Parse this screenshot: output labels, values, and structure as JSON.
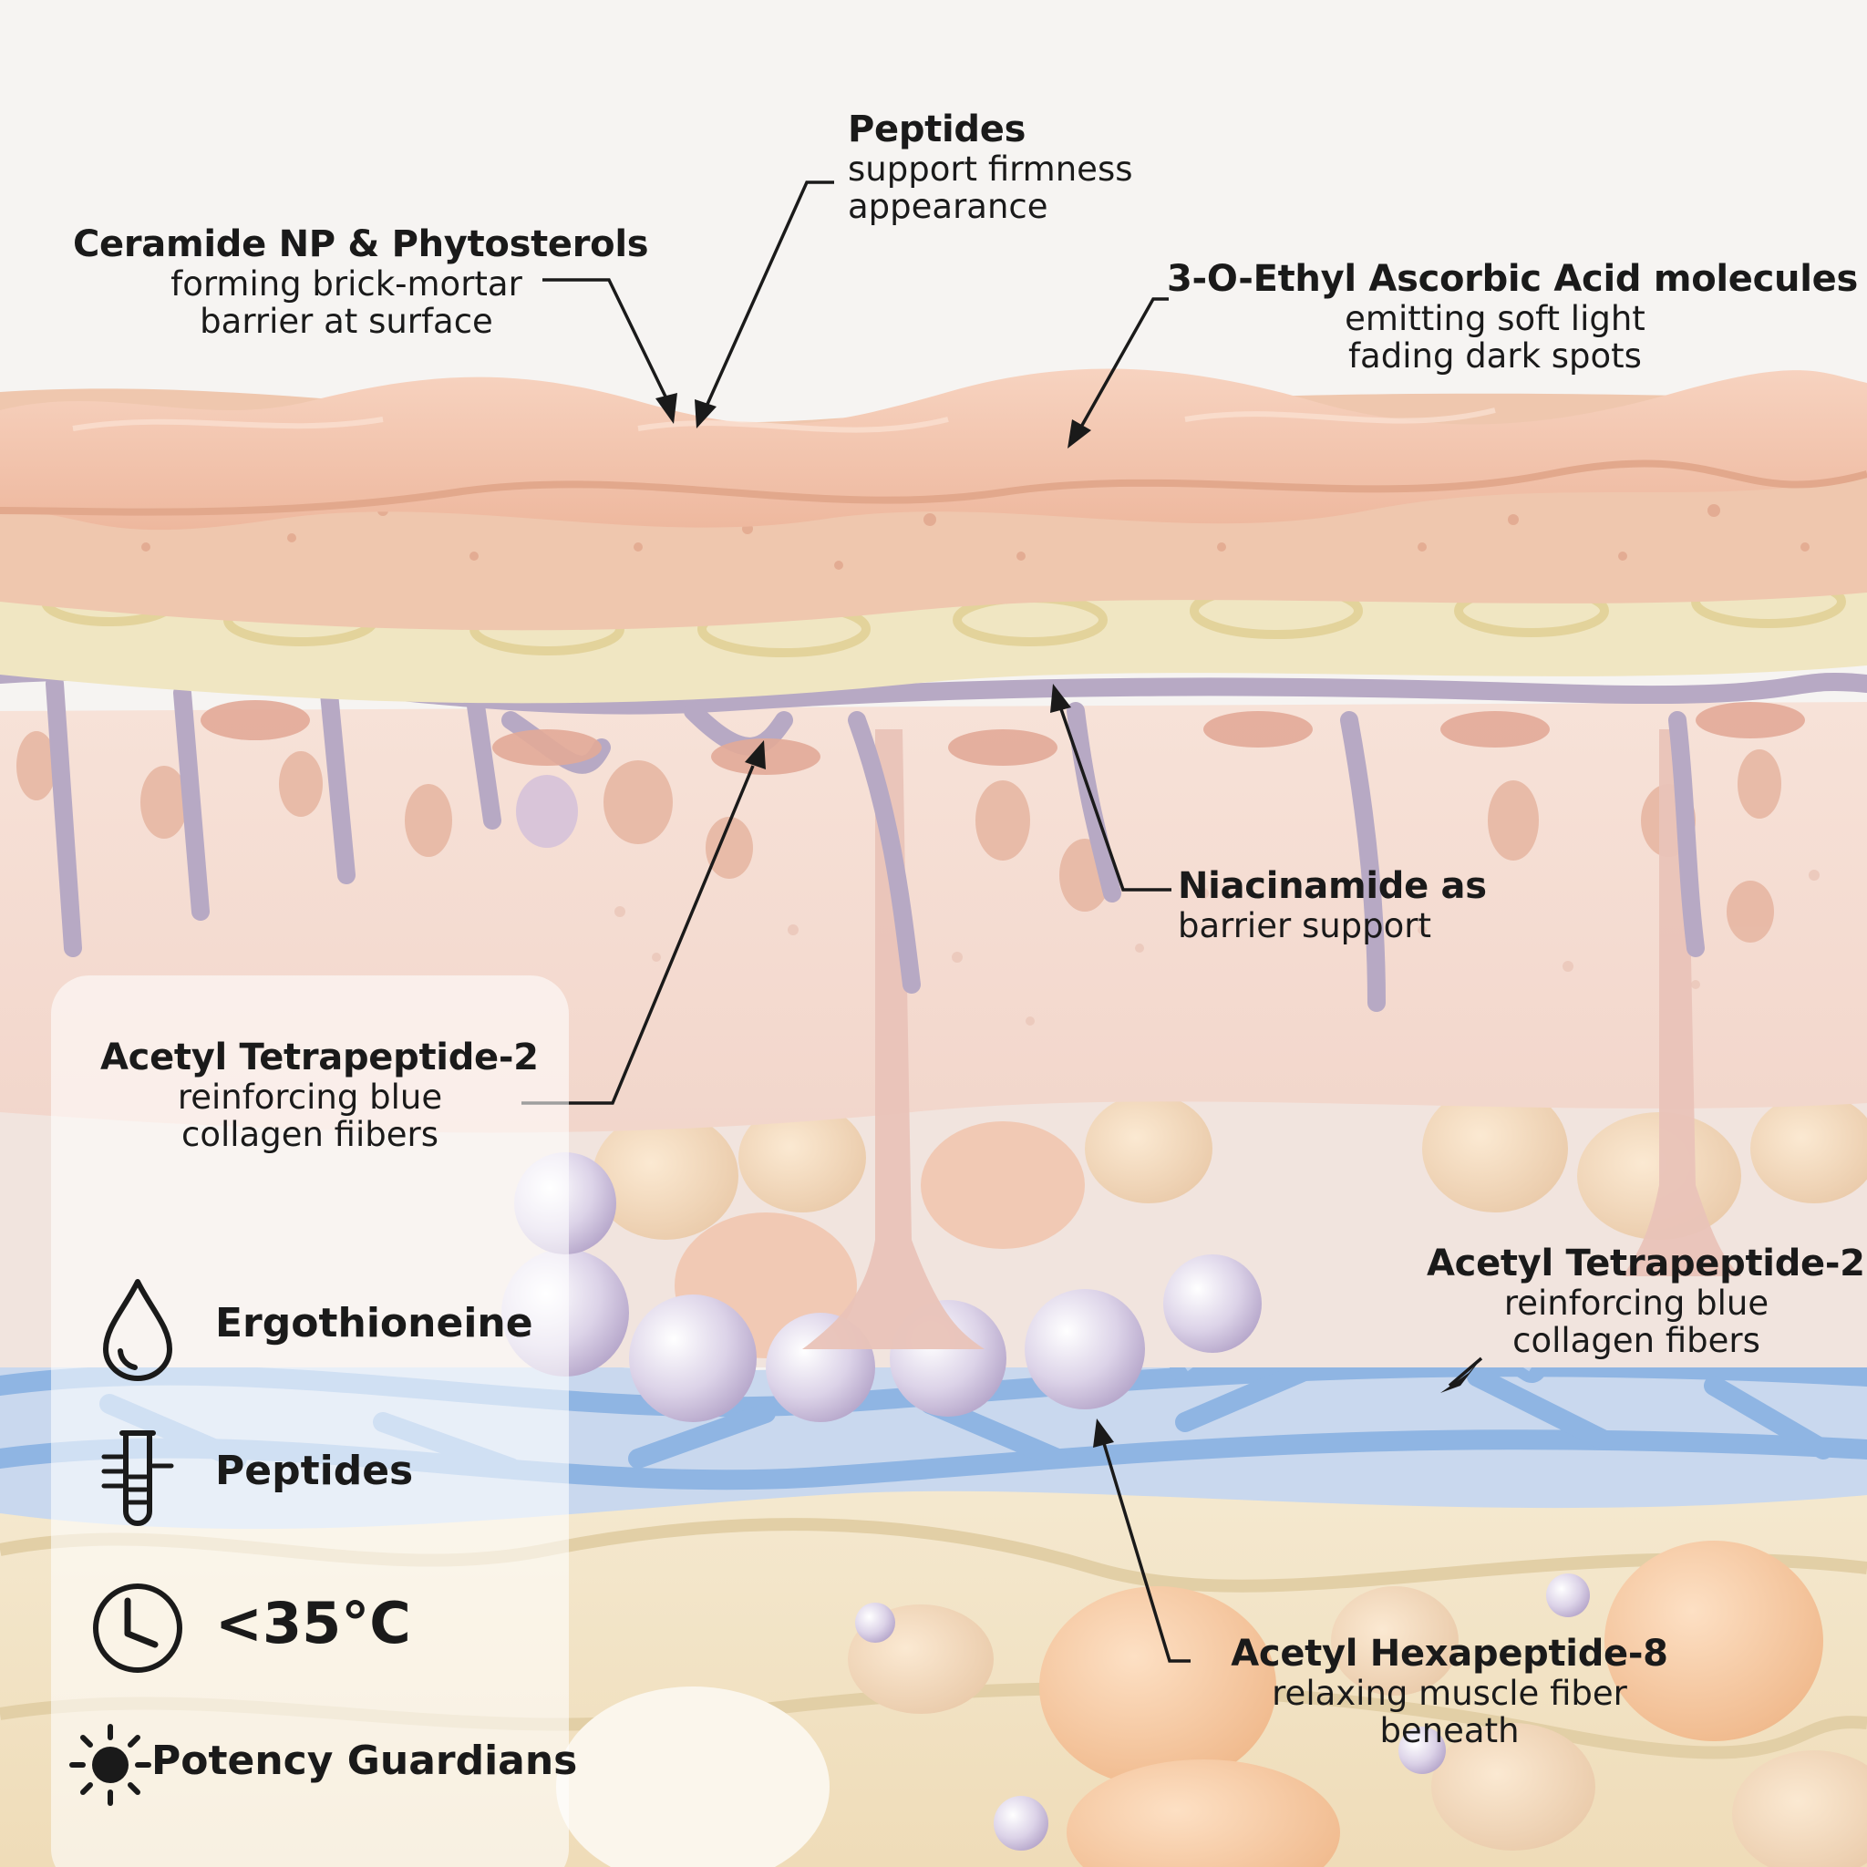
{
  "labels": {
    "peptides_top": {
      "title": "Peptides",
      "line1": "support firmness",
      "line2": "appearance"
    },
    "ceramide": {
      "title": "Ceramide NP & Phytosterols",
      "line1": "forming brick-mortar",
      "line2": "barrier at surface"
    },
    "ascorbic": {
      "title": "3-O-Ethyl Ascorbic Acid molecules",
      "line1": "emitting soft light",
      "line2": "fading dark spots"
    },
    "niacinamide": {
      "title": "Niacinamide as",
      "line1": "barrier support"
    },
    "tetra_left": {
      "title": "Acetyl Tetrapeptide-2",
      "line1": "reinforcing blue",
      "line2": "collagen fiibers"
    },
    "tetra_right": {
      "title": "Acetyl Tetrapeptide-2",
      "line1": "reinforcing blue",
      "line2": "collagen fibers"
    },
    "hexa": {
      "title": "Acetyl Hexapeptide-8",
      "line1": "relaxing muscle fiber",
      "line2": "beneath"
    }
  },
  "legend": [
    {
      "icon": "water-drop-icon",
      "label": "Ergothioneine"
    },
    {
      "icon": "test-tube-icon",
      "label": "Peptides"
    },
    {
      "icon": "clock-icon",
      "label": "<35°C"
    },
    {
      "icon": "sun-icon",
      "label": "Potency Guardians"
    }
  ],
  "colors": {
    "epidermis": "#f1c4ad",
    "dermis": "#f5dcd2",
    "lipid": "#f0e6c2",
    "membrane": "#b7a9c4",
    "collagen": "#8fb5e3",
    "fat": "#f3e7cc"
  }
}
